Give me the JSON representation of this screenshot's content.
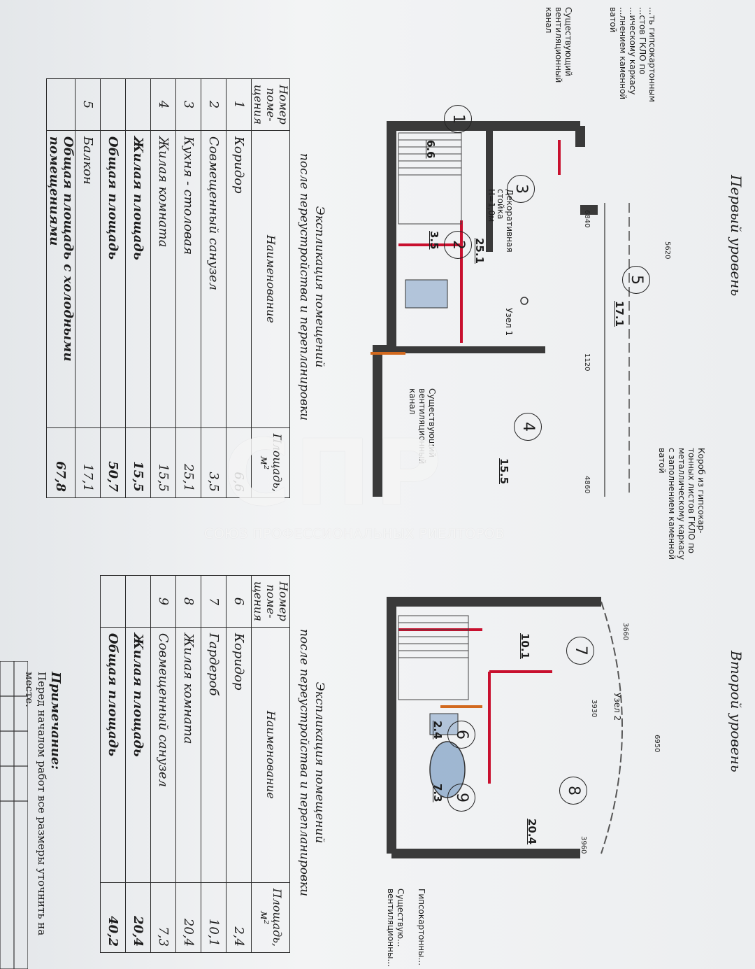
{
  "level1": {
    "title": "Первый уровень",
    "explication_title": "Экспликация помещений",
    "explication_subtitle": "после переустройства и перепланировки",
    "headers": {
      "num": "Номер поме- щения",
      "name": "Наименование",
      "area": "Площадь, м²"
    },
    "rows": [
      {
        "num": "1",
        "name": "Коридор",
        "area": "6,6"
      },
      {
        "num": "2",
        "name": "Совмещенный санузел",
        "area": "3,5"
      },
      {
        "num": "3",
        "name": "Кухня - столовая",
        "area": "25,1"
      },
      {
        "num": "4",
        "name": "Жилая комната",
        "area": "15,5"
      }
    ],
    "living": {
      "name": "Жилая площадь",
      "area": "15,5"
    },
    "total": {
      "name": "Общая площадь",
      "area": "50,7"
    },
    "balcony": {
      "num": "5",
      "name": "Балкон",
      "area": "17,1"
    },
    "total_cold": {
      "name": "Общая площадь с холодными помещениями",
      "area": "67,8"
    },
    "room_areas": {
      "r1": "6.6",
      "r2": "3.5",
      "r3": "25.1",
      "r4": "15.5",
      "r5": "17.1"
    },
    "annotations": {
      "box_left": "...ть гипсокартонным ...стов ГКЛО по ...ическому каркасу ...лнением каменной ватой",
      "vent_left": "Существующий вентиляционный канал",
      "vent_mid": "Существующий вентиляционный канал",
      "box_right": "Короб из гипсокар- тонных листов ГКЛО по металлическому каркасу с заполнением каменной ватой",
      "deco": "Декоративная стойка Н=1,0м",
      "node": "Узел 1"
    }
  },
  "level2": {
    "title": "Второй уровень",
    "explication_title": "Экспликация помещений",
    "explication_subtitle": "после переустройства и перепланировки",
    "headers": {
      "num": "Номер поме- щения",
      "name": "Наименование",
      "area": "Площадь, м²"
    },
    "rows": [
      {
        "num": "6",
        "name": "Коридор",
        "area": "2,4"
      },
      {
        "num": "7",
        "name": "Гардероб",
        "area": "10,1"
      },
      {
        "num": "8",
        "name": "Жилая комната",
        "area": "20,4"
      },
      {
        "num": "9",
        "name": "Совмещенный санузел",
        "area": "7,3"
      }
    ],
    "living": {
      "name": "Жилая площадь",
      "area": "20,4"
    },
    "total": {
      "name": "Общая площадь",
      "area": "40,2"
    },
    "room_areas": {
      "r6": "2.4",
      "r7": "10.1",
      "r8": "20.4",
      "r9": "7.3"
    },
    "annotations": {
      "node": "Узел 2",
      "gkl": "Гипсокартонны...",
      "vent": "Существую... вентиляционны..."
    }
  },
  "note": {
    "title": "Примечание:",
    "text": "Перед началом работ все размеры уточнить на месте."
  },
  "watermark": {
    "logo": "СПР",
    "caption": "СОЮЗ ПРОФЕССИОНАЛЬНЫХ РИЕЛТОРОВ"
  },
  "colors": {
    "wall": "#3a3a3a",
    "partition_red": "#c8102e",
    "partition_orange": "#d2691e",
    "fixture_blue": "#3c6fa8"
  }
}
